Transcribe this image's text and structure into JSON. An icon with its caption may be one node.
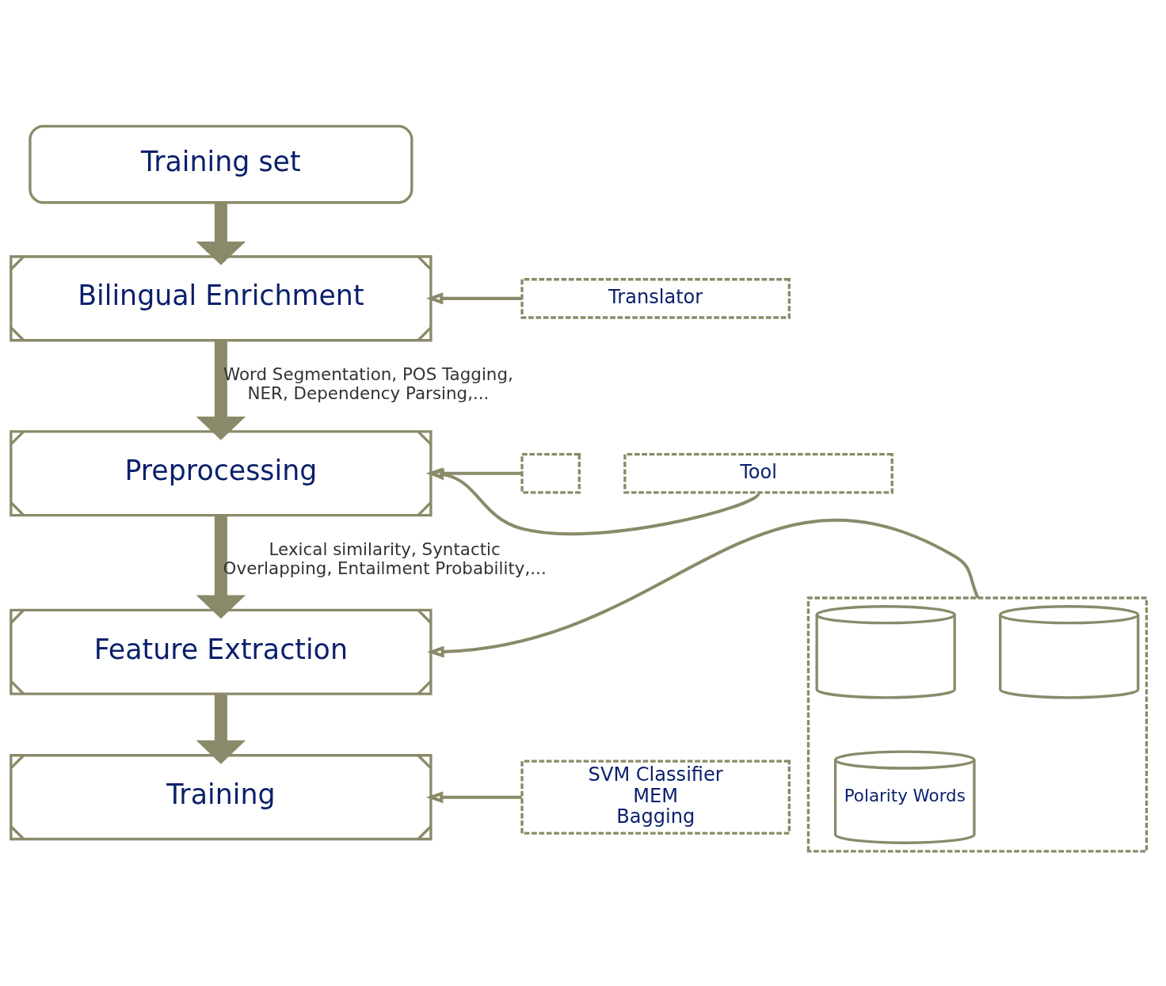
{
  "diagram": {
    "nodes": [
      {
        "text": [
          "Training set"
        ]
      },
      {
        "text": [
          "Bilingual Enrichment"
        ]
      },
      {
        "text": [
          "Preprocessing"
        ]
      },
      {
        "text": [
          "Feature Extraction"
        ]
      },
      {
        "text": [
          "Training"
        ]
      },
      {
        "text": [
          "Translator"
        ]
      },
      {
        "text": [],
        "shape": "box"
      },
      {
        "text": [
          "Tool"
        ]
      },
      {
        "text": [],
        "shape": "box"
      },
      {
        "text": [],
        "shape": "cylinder",
        "in": 8
      },
      {
        "text": [],
        "shape": "cylinder",
        "in": 8
      },
      {
        "text": [
          "Polarity Words"
        ],
        "in": 8
      },
      {
        "text": [
          "SVM Classifier",
          "MEM",
          "Bagging"
        ]
      }
    ],
    "edges": [
      {
        "from": 0,
        "to": 1,
        "arrow": "to",
        "style": "thick"
      },
      {
        "from": 1,
        "to": 2,
        "arrow": "to",
        "style": "thick",
        "label": "Word Segmentation, POS Tagging, NER, Dependency Parsing,..."
      },
      {
        "from": 2,
        "to": 3,
        "arrow": "to",
        "style": "thick",
        "label": "Lexical similarity, Syntactic Overlapping, Entailment Probability,..."
      },
      {
        "from": 3,
        "to": 4,
        "arrow": "to",
        "style": "thick"
      },
      {
        "from": 5,
        "to": 1,
        "arrow": "to"
      },
      {
        "from": 6,
        "to": 2,
        "arrow": "to"
      },
      {
        "from": 7,
        "to": 2,
        "arrow": "to"
      },
      {
        "from": 8,
        "to": 3,
        "arrow": "to"
      },
      {
        "from": 12,
        "to": 4,
        "arrow": "to"
      }
    ]
  }
}
